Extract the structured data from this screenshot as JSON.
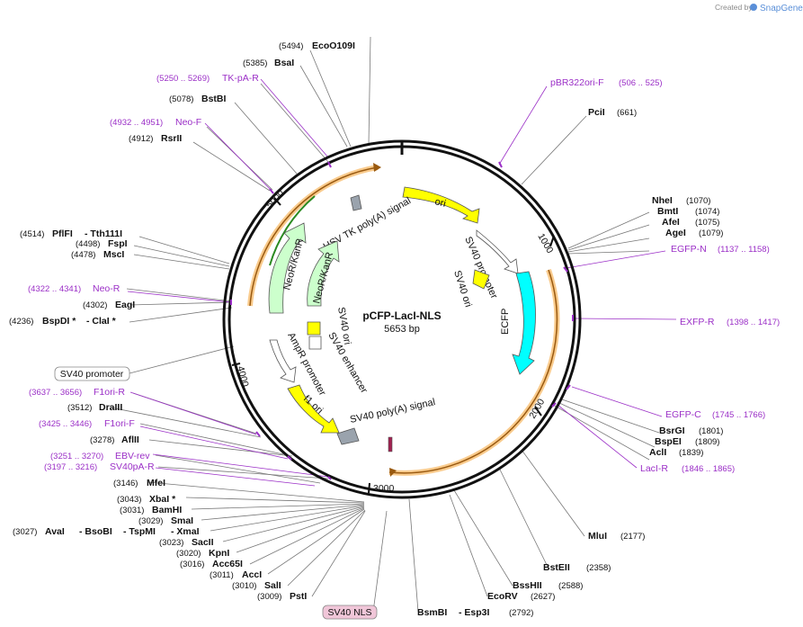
{
  "branding": {
    "created_by": "Created by",
    "product": "SnapGene"
  },
  "plasmid": {
    "name": "pCFP-LacI-NLS",
    "size": "5653 bp"
  },
  "ticks": [
    "1000",
    "2000",
    "3000",
    "4000",
    "5000"
  ],
  "features": {
    "ori": "ori",
    "sv40_promoter_inner": "SV40 promoter",
    "sv40_ori_right": "SV40 ori",
    "ecfp": "ECFP",
    "hsv_tk": "HSV TK poly(A) signal",
    "neo_outer": "NeoR/KanR",
    "neo_inner": "NeoR/KanR",
    "sv40_ori_left": "SV40 ori",
    "sv40_enhancer": "SV40 enhancer",
    "ampr_promoter": "AmpR promoter",
    "f1_ori": "f1 ori",
    "sv40_polya": "SV40 poly(A) signal"
  },
  "boxed_labels": {
    "sv40_promoter": "SV40 promoter",
    "sv40_nls": "SV40 NLS"
  },
  "sites": {
    "ecoo109i": {
      "pos": "(5494)",
      "name": "EcoO109I"
    },
    "bsai": {
      "pos": "(5385)",
      "name": "BsaI"
    },
    "tk_pa_r": {
      "pos": "(5250 .. 5269)",
      "name": "TK-pA-R"
    },
    "bstbi": {
      "pos": "(5078)",
      "name": "BstBI"
    },
    "neo_f": {
      "pos": "(4932 .. 4951)",
      "name": "Neo-F"
    },
    "rsrii": {
      "pos": "(4912)",
      "name": "RsrII"
    },
    "pflfi": {
      "pos": "(4514)",
      "name": "PflFI",
      "name2": "- Tth111I"
    },
    "fspi": {
      "pos": "(4498)",
      "name": "FspI"
    },
    "msci": {
      "pos": "(4478)",
      "name": "MscI"
    },
    "neo_r": {
      "pos": "(4322 .. 4341)",
      "name": "Neo-R"
    },
    "eagi": {
      "pos": "(4302)",
      "name": "EagI"
    },
    "bspdi": {
      "pos": "(4236)",
      "name": "BspDI *",
      "name2": "- ClaI *"
    },
    "f1ori_r": {
      "pos": "(3637 .. 3656)",
      "name": "F1ori-R"
    },
    "draiii": {
      "pos": "(3512)",
      "name": "DraIII"
    },
    "f1ori_f": {
      "pos": "(3425 .. 3446)",
      "name": "F1ori-F"
    },
    "aflii": {
      "pos": "(3278)",
      "name": "AflII"
    },
    "ebv_rev": {
      "pos": "(3251 .. 3270)",
      "name": "EBV-rev"
    },
    "sv40pa_r": {
      "pos": "(3197 .. 3216)",
      "name": "SV40pA-R"
    },
    "mfei": {
      "pos": "(3146)",
      "name": "MfeI"
    },
    "xbai": {
      "pos": "(3043)",
      "name": "XbaI *"
    },
    "bamhi": {
      "pos": "(3031)",
      "name": "BamHI"
    },
    "smai": {
      "pos": "(3029)",
      "name": "SmaI"
    },
    "avai": {
      "pos": "(3027)",
      "name": "AvaI",
      "name2": "- BsoBI",
      "name3": "- TspMI",
      "name4": "- XmaI"
    },
    "sacii": {
      "pos": "(3023)",
      "name": "SacII"
    },
    "kpni": {
      "pos": "(3020)",
      "name": "KpnI"
    },
    "acc65i": {
      "pos": "(3016)",
      "name": "Acc65I"
    },
    "acci": {
      "pos": "(3011)",
      "name": "AccI"
    },
    "sali": {
      "pos": "(3010)",
      "name": "SalI"
    },
    "psti": {
      "pos": "(3009)",
      "name": "PstI"
    },
    "pbr322ori_f": {
      "pos": "(506 .. 525)",
      "name": "pBR322ori-F"
    },
    "pcii": {
      "pos": "(661)",
      "name": "PciI"
    },
    "nhei": {
      "pos": "(1070)",
      "name": "NheI"
    },
    "bmti": {
      "pos": "(1074)",
      "name": "BmtI"
    },
    "afei": {
      "pos": "(1075)",
      "name": "AfeI"
    },
    "agei": {
      "pos": "(1079)",
      "name": "AgeI"
    },
    "egfp_n": {
      "pos": "(1137 .. 1158)",
      "name": "EGFP-N"
    },
    "exfp_r": {
      "pos": "(1398 .. 1417)",
      "name": "EXFP-R"
    },
    "egfp_c": {
      "pos": "(1745 .. 1766)",
      "name": "EGFP-C"
    },
    "bsrgi": {
      "pos": "(1801)",
      "name": "BsrGI"
    },
    "bspei": {
      "pos": "(1809)",
      "name": "BspEI"
    },
    "acli": {
      "pos": "(1839)",
      "name": "AclI"
    },
    "laci_r": {
      "pos": "(1846 .. 1865)",
      "name": "LacI-R"
    },
    "mlui": {
      "pos": "(2177)",
      "name": "MluI"
    },
    "bsteii": {
      "pos": "(2358)",
      "name": "BstEII"
    },
    "bsshii": {
      "pos": "(2588)",
      "name": "BssHII"
    },
    "ecorv": {
      "pos": "(2627)",
      "name": "EcoRV"
    },
    "bsmbi": {
      "pos": "(2792)",
      "name": "BsmBI",
      "name2": "- Esp3I"
    }
  },
  "colors": {
    "ori": "#ffff00",
    "ecfp": "#00ffff",
    "neo": "#ccffcc",
    "primer": "#9b2fc7",
    "annotation_orange": "#f4a030",
    "nls_box": "#f0c6d8"
  }
}
